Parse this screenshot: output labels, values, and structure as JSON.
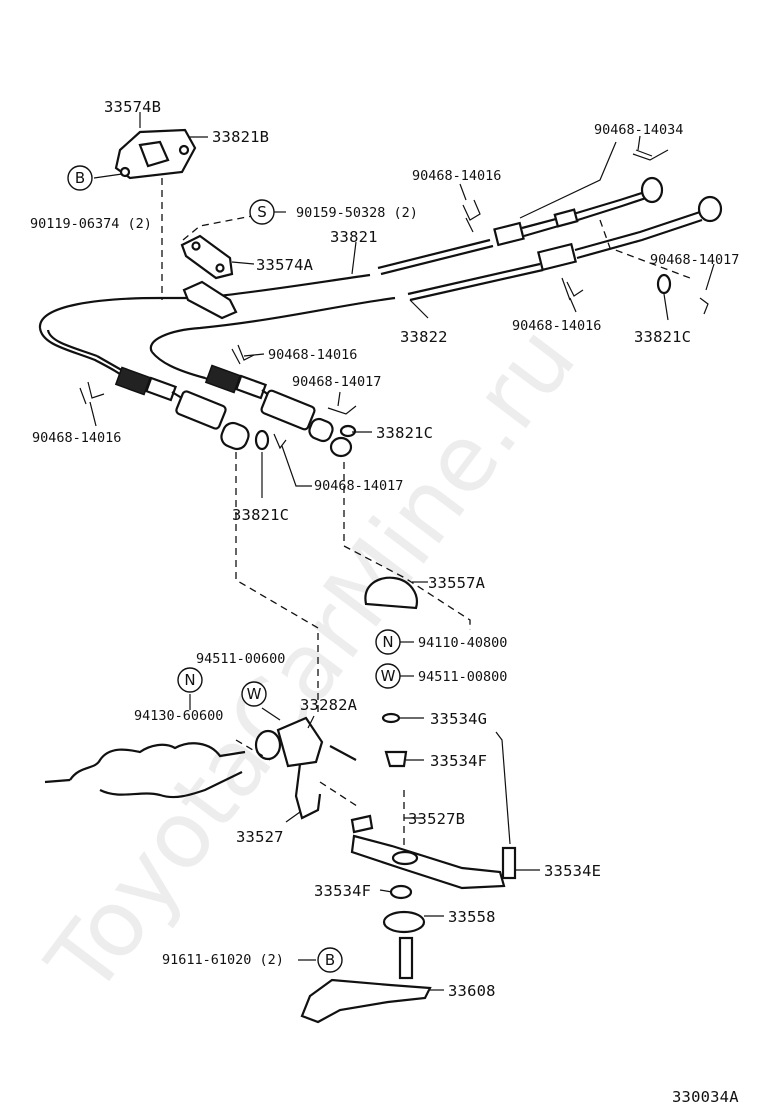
{
  "watermark": "ToyotaCarMine.ru",
  "diagram_code": "330034A",
  "callouts": [
    {
      "id": "c1",
      "text": "33574B"
    },
    {
      "id": "c2",
      "text": "33821B"
    },
    {
      "id": "c3",
      "text": "90119-06374 (2)"
    },
    {
      "id": "c4",
      "text": "90159-50328 (2)"
    },
    {
      "id": "c5",
      "text": "33574A"
    },
    {
      "id": "c6",
      "text": "33821"
    },
    {
      "id": "c7",
      "text": "90468-14016"
    },
    {
      "id": "c8",
      "text": "90468-14034"
    },
    {
      "id": "c9",
      "text": "90468-14017"
    },
    {
      "id": "c10",
      "text": "33822"
    },
    {
      "id": "c11",
      "text": "90468-14016"
    },
    {
      "id": "c12",
      "text": "33821C"
    },
    {
      "id": "c13",
      "text": "90468-14016"
    },
    {
      "id": "c14",
      "text": "90468-14017"
    },
    {
      "id": "c15",
      "text": "33821C"
    },
    {
      "id": "c16",
      "text": "90468-14016"
    },
    {
      "id": "c17",
      "text": "90468-14017"
    },
    {
      "id": "c18",
      "text": "33821C"
    },
    {
      "id": "c19",
      "text": "33557A"
    },
    {
      "id": "c20",
      "text": "94110-40800"
    },
    {
      "id": "c21",
      "text": "94511-00600"
    },
    {
      "id": "c22",
      "text": "94511-00800"
    },
    {
      "id": "c23",
      "text": "94130-60600"
    },
    {
      "id": "c24",
      "text": "33282A"
    },
    {
      "id": "c25",
      "text": "33534G"
    },
    {
      "id": "c26",
      "text": "33534F"
    },
    {
      "id": "c27",
      "text": "33527"
    },
    {
      "id": "c28",
      "text": "33527B"
    },
    {
      "id": "c29",
      "text": "33534E"
    },
    {
      "id": "c30",
      "text": "33534F"
    },
    {
      "id": "c31",
      "text": "33558"
    },
    {
      "id": "c32",
      "text": "91611-61020 (2)"
    },
    {
      "id": "c33",
      "text": "33608"
    }
  ],
  "symbols": [
    {
      "id": "s1",
      "letter": "B"
    },
    {
      "id": "s2",
      "letter": "S"
    },
    {
      "id": "s3",
      "letter": "N"
    },
    {
      "id": "s4",
      "letter": "W"
    },
    {
      "id": "s5",
      "letter": "N"
    },
    {
      "id": "s6",
      "letter": "W"
    },
    {
      "id": "s7",
      "letter": "B"
    }
  ]
}
